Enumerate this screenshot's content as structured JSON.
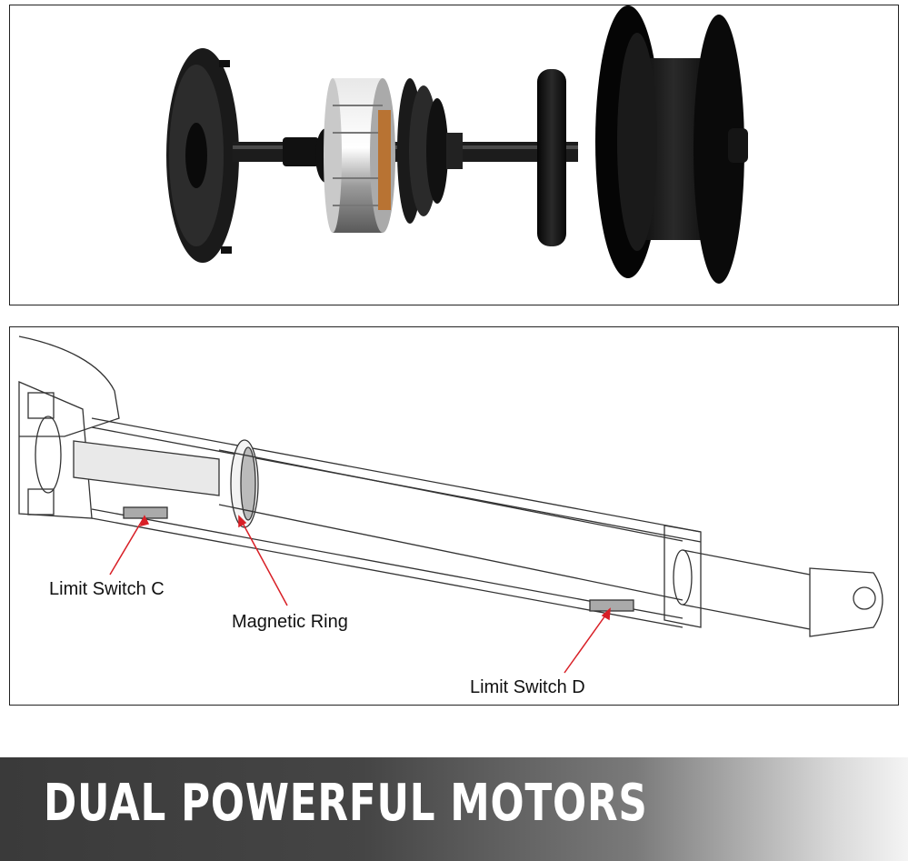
{
  "labels": {
    "limit_switch_c": "Limit Switch C",
    "magnetic_ring": "Magnetic Ring",
    "limit_switch_d": "Limit Switch D"
  },
  "banner": {
    "title": "DUAL POWERFUL MOTORS"
  },
  "colors": {
    "callout_arrow": "#d81f26",
    "banner_dark": "#3a3a3a",
    "banner_text": "#ffffff"
  }
}
